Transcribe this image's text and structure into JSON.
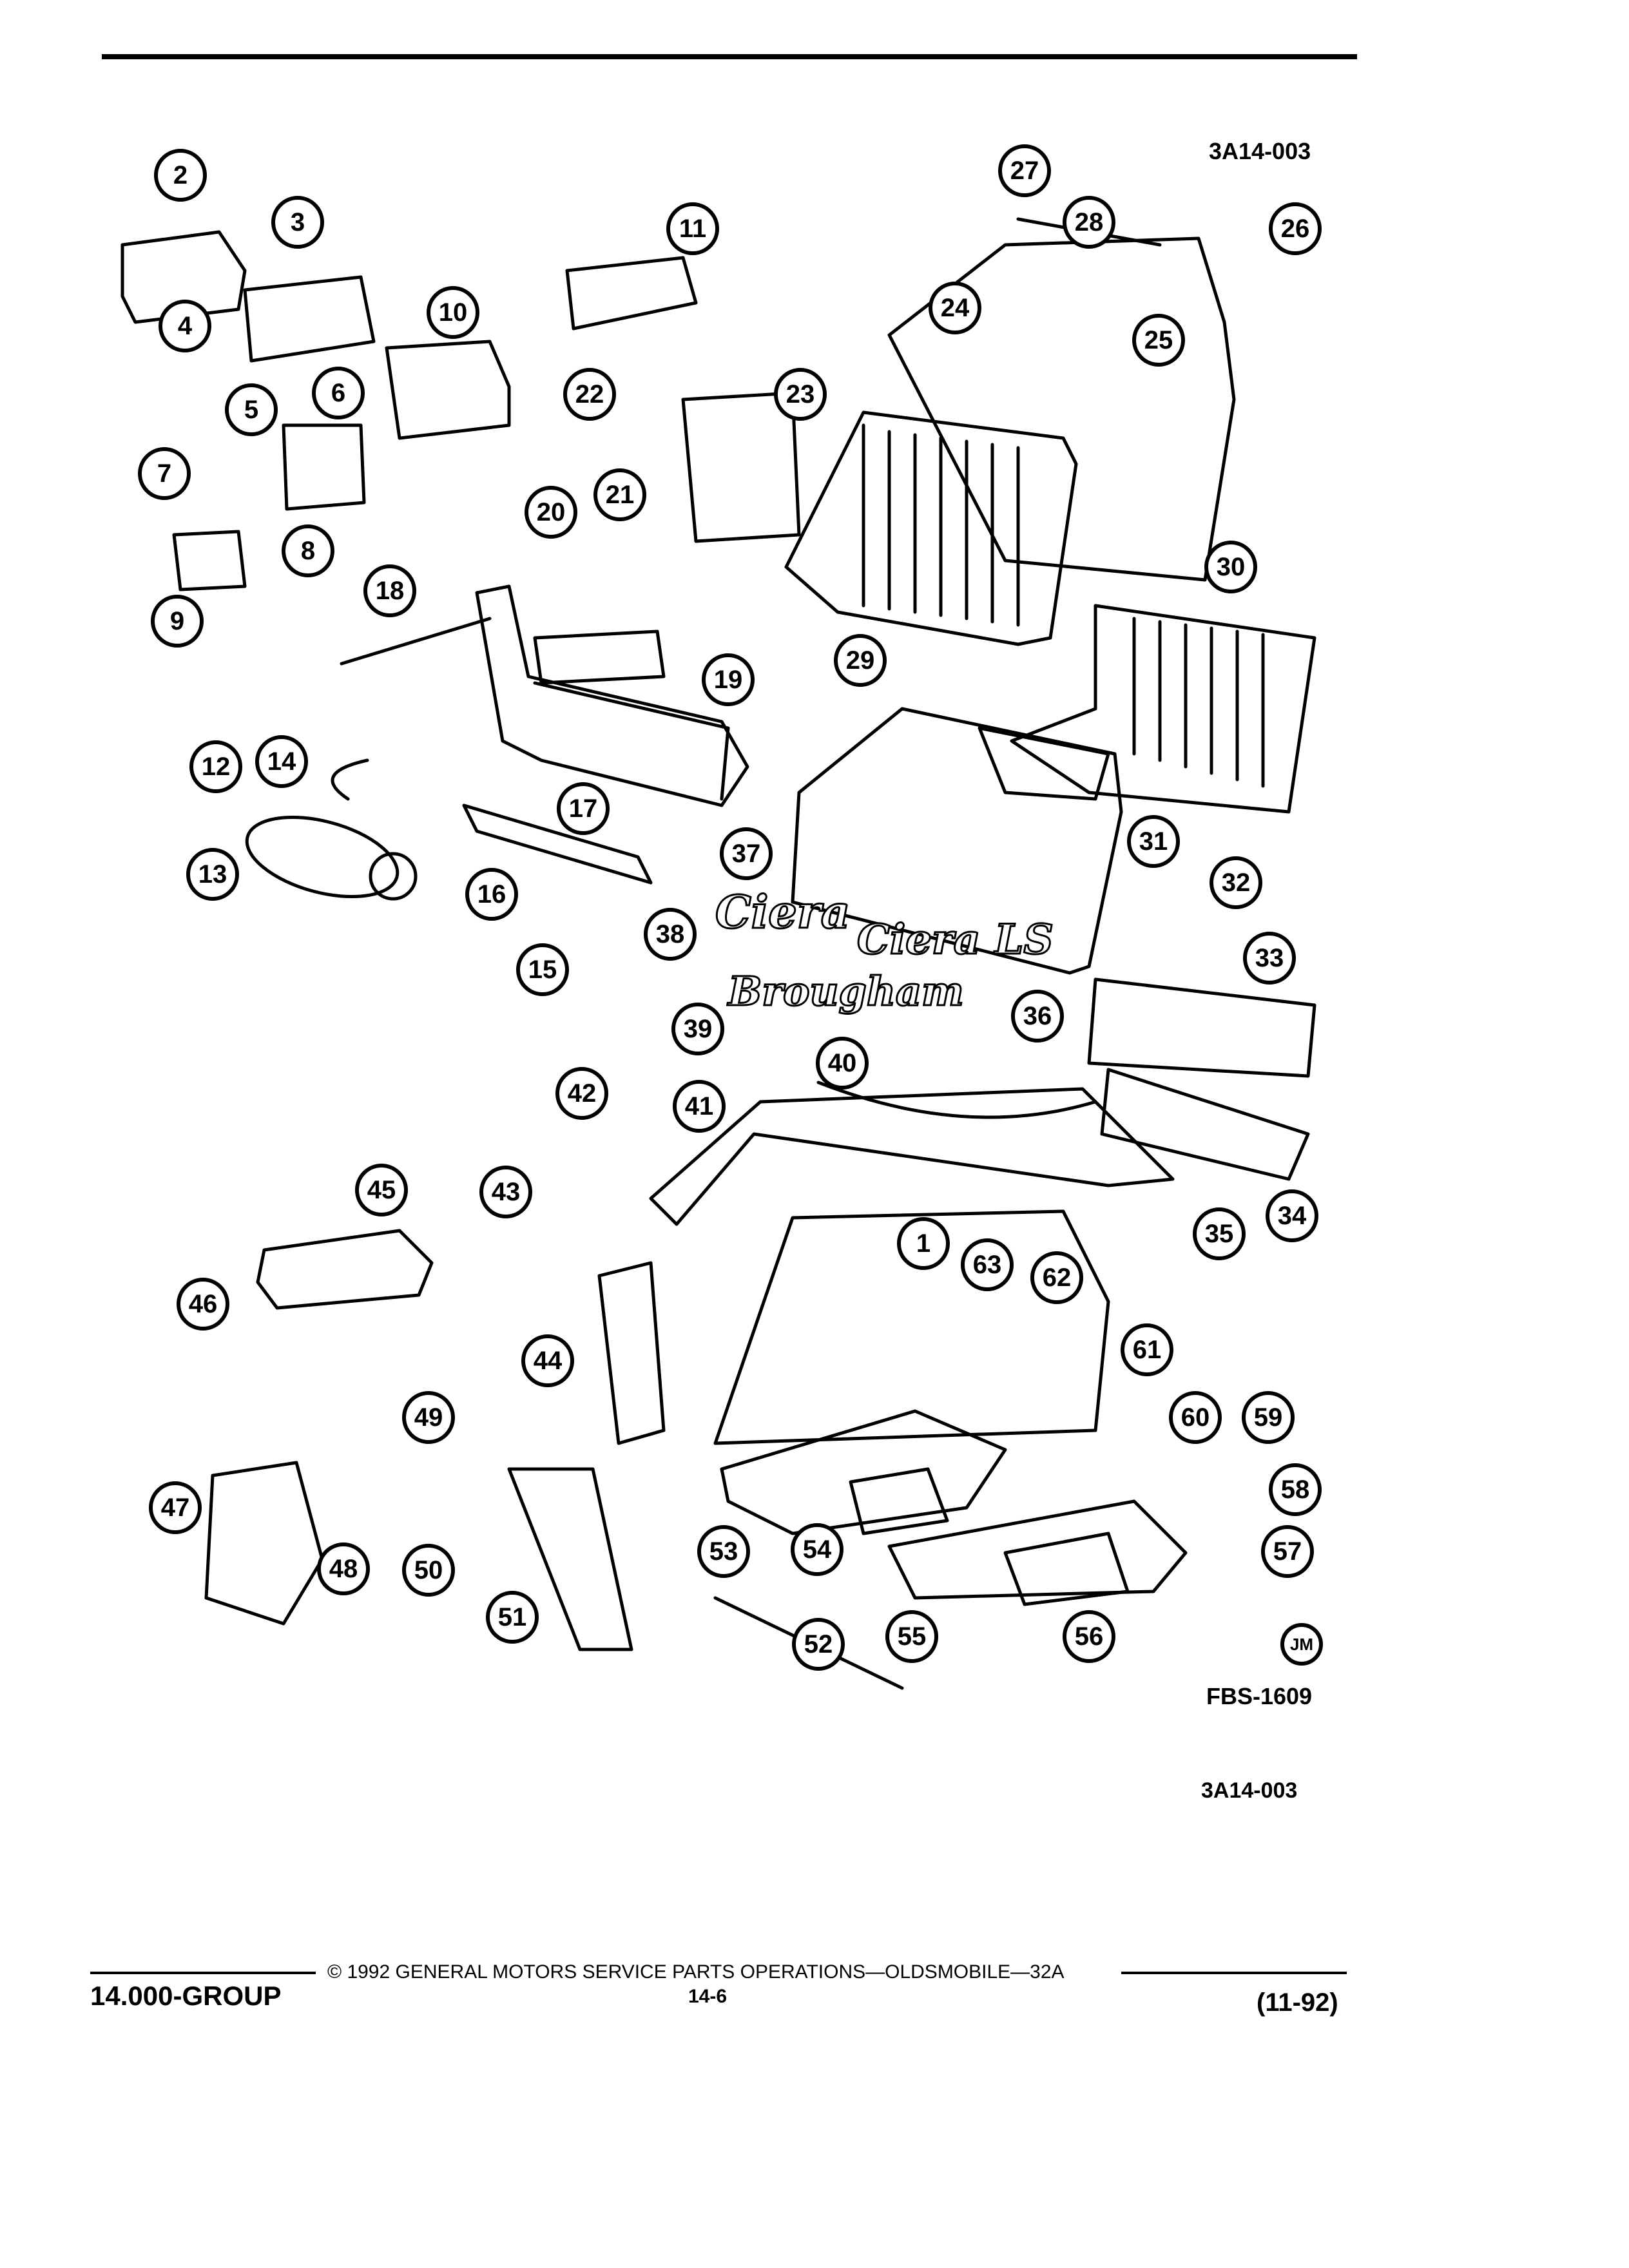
{
  "header": {
    "figure_code_top": "3A14-003"
  },
  "figure": {
    "callouts": [
      "1",
      "2",
      "3",
      "4",
      "5",
      "6",
      "7",
      "8",
      "9",
      "10",
      "11",
      "12",
      "13",
      "14",
      "15",
      "16",
      "17",
      "18",
      "19",
      "20",
      "21",
      "22",
      "23",
      "24",
      "25",
      "26",
      "27",
      "28",
      "29",
      "30",
      "31",
      "32",
      "33",
      "34",
      "35",
      "36",
      "37",
      "38",
      "39",
      "40",
      "41",
      "42",
      "43",
      "44",
      "45",
      "46",
      "47",
      "48",
      "49",
      "50",
      "51",
      "52",
      "53",
      "54",
      "55",
      "56",
      "57",
      "58",
      "59",
      "60",
      "61",
      "62",
      "63"
    ],
    "emblems": {
      "cierra": "Ciera",
      "cierra_ls": "Ciera LS",
      "brougham": "Brougham"
    },
    "artist_mark": "JM",
    "figure_id": "FBS-1609",
    "figure_code_bottom": "3A14-003"
  },
  "footer": {
    "group": "14.000-GROUP",
    "copyright": "© 1992 GENERAL MOTORS SERVICE PARTS OPERATIONS—OLDSMOBILE—32A",
    "page_number": "14-6",
    "date": "(11-92)"
  }
}
